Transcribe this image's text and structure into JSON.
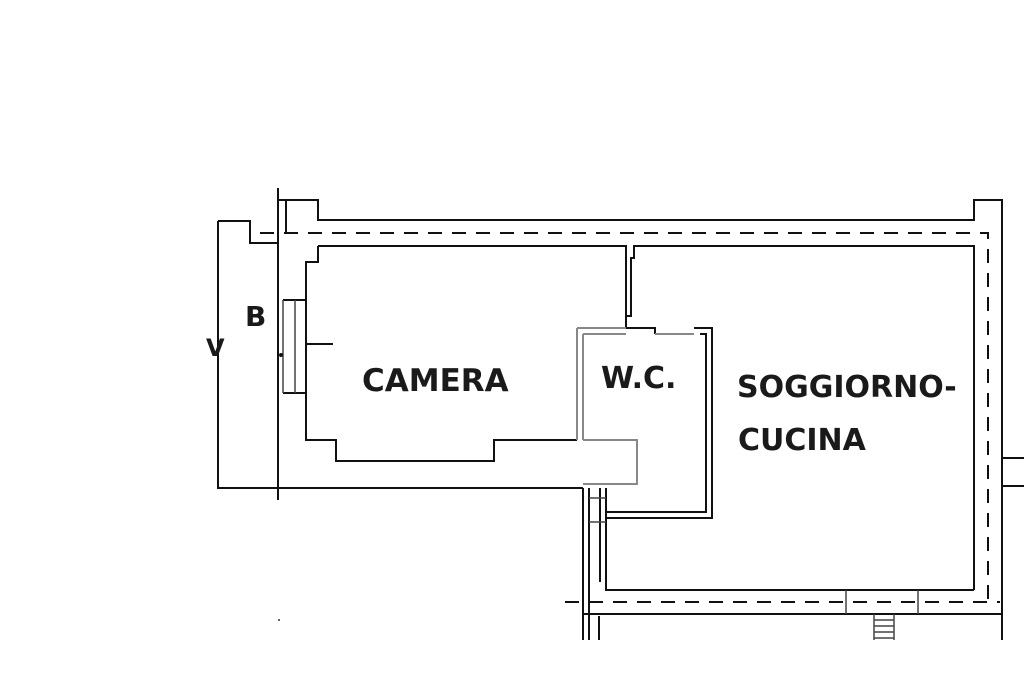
{
  "plan": {
    "rooms": {
      "camera": "CAMERA",
      "wc": "W.C.",
      "soggiorno_line1": "SOGGIORNO-",
      "soggiorno_line2": "CUCINA"
    },
    "markers": {
      "b": "B",
      "w": "V"
    }
  }
}
